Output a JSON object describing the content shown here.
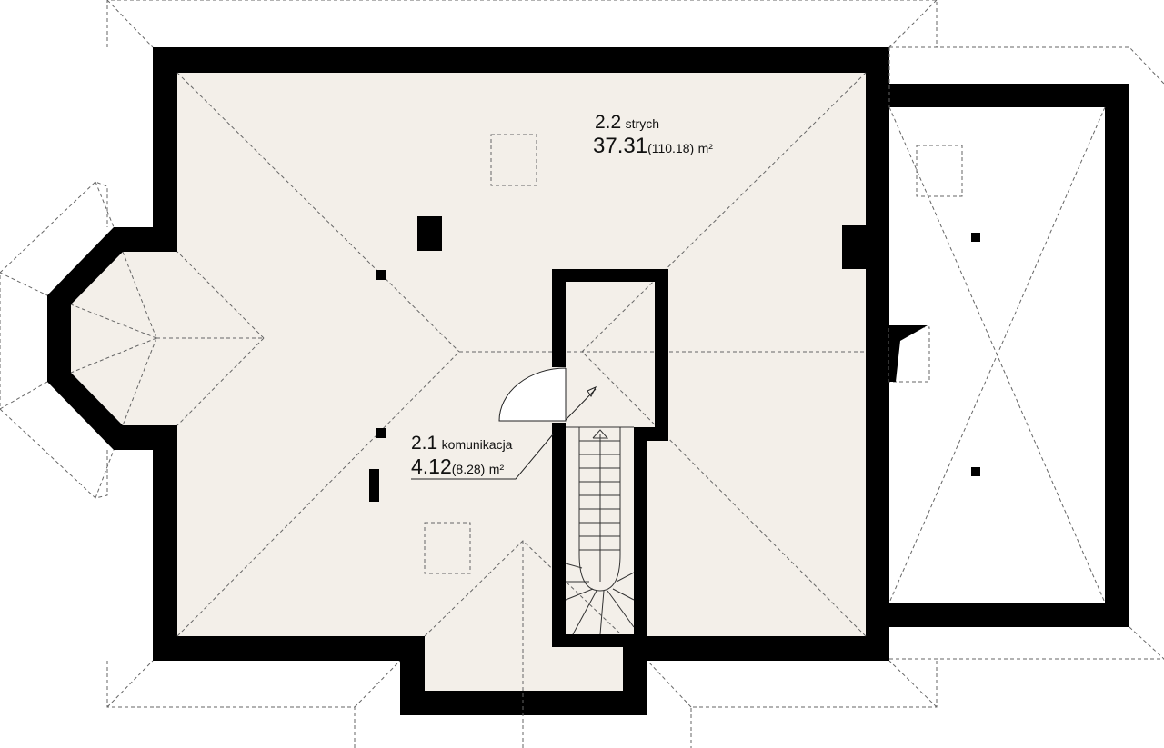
{
  "rooms": [
    {
      "number": "2.2",
      "name": "strych",
      "area": "37.31",
      "area_total": "(110.18)",
      "unit": "m²"
    },
    {
      "number": "2.1",
      "name": "komunikacja",
      "area": "4.12",
      "area_total": "(8.28)",
      "unit": "m²"
    }
  ],
  "colors": {
    "wall": "#000000",
    "floor": "#f3efe9",
    "roof_line": "#666666"
  }
}
